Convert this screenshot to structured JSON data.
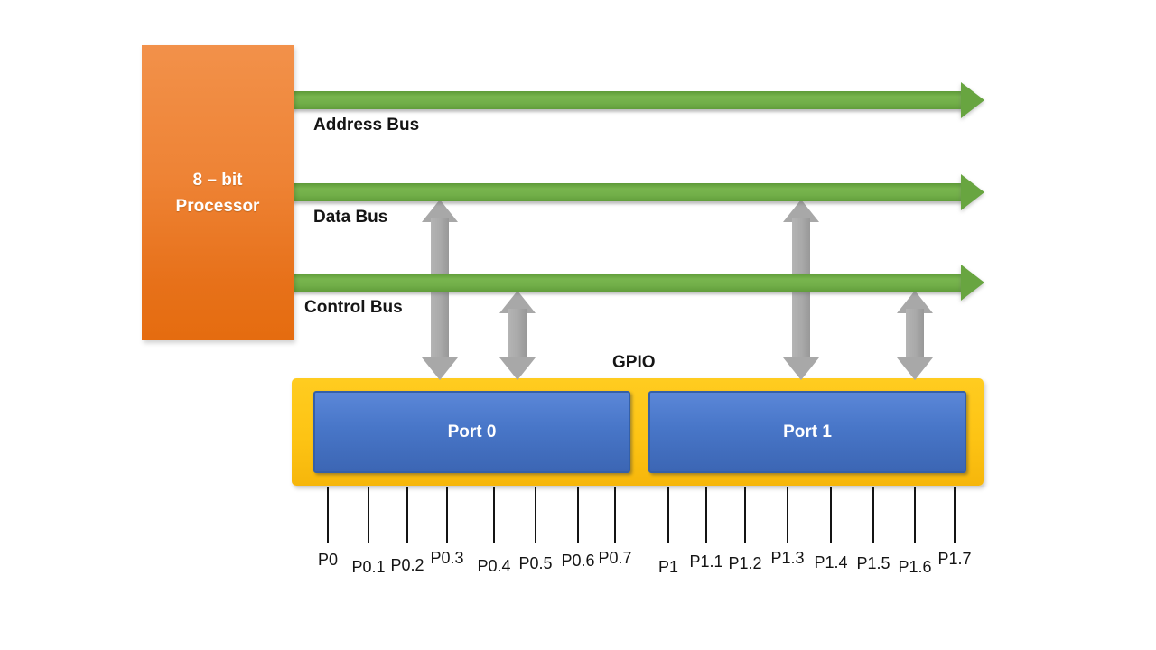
{
  "diagram": {
    "title_hint": "8-bit processor GPIO bus block diagram",
    "processor": {
      "line1": "8 – bit",
      "line2": "Processor"
    },
    "buses": [
      {
        "label": "Address Bus"
      },
      {
        "label": "Data Bus"
      },
      {
        "label": "Control Bus"
      }
    ],
    "gpio": {
      "label": "GPIO",
      "ports": [
        {
          "label": "Port 0"
        },
        {
          "label": "Port 1"
        }
      ]
    },
    "pins": {
      "port0": [
        "P0",
        "P0.1",
        "P0.2",
        "P0.3",
        "P0.4",
        "P0.5",
        "P0.6",
        "P0.7"
      ],
      "port1": [
        "P1",
        "P1.1",
        "P1.2",
        "P1.3",
        "P1.4",
        "P1.5",
        "P1.6",
        "P1.7"
      ]
    },
    "colors": {
      "processor_orange": "#ED7D31",
      "bus_green": "#70AD47",
      "connector_gray": "#A6A6A6",
      "gpio_yellow": "#FDC414",
      "port_blue": "#4472C4",
      "text_dark": "#141414",
      "text_white": "#FFFFFF"
    }
  }
}
